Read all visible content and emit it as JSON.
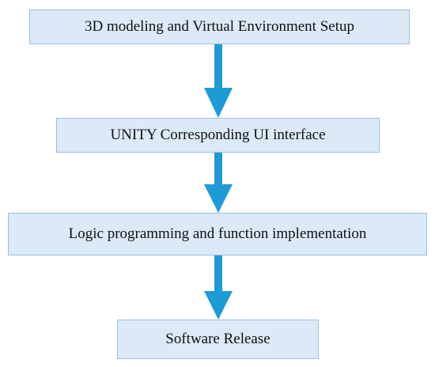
{
  "flowchart": {
    "steps": [
      {
        "label": "3D modeling and Virtual Environment Setup"
      },
      {
        "label": "UNITY Corresponding UI interface"
      },
      {
        "label": "Logic programming and function implementation"
      },
      {
        "label": "Software Release"
      }
    ],
    "colors": {
      "box_fill": "#dce9f6",
      "box_border": "#9bbfe0",
      "arrow": "#1e9ad6",
      "text": "#111111"
    }
  }
}
